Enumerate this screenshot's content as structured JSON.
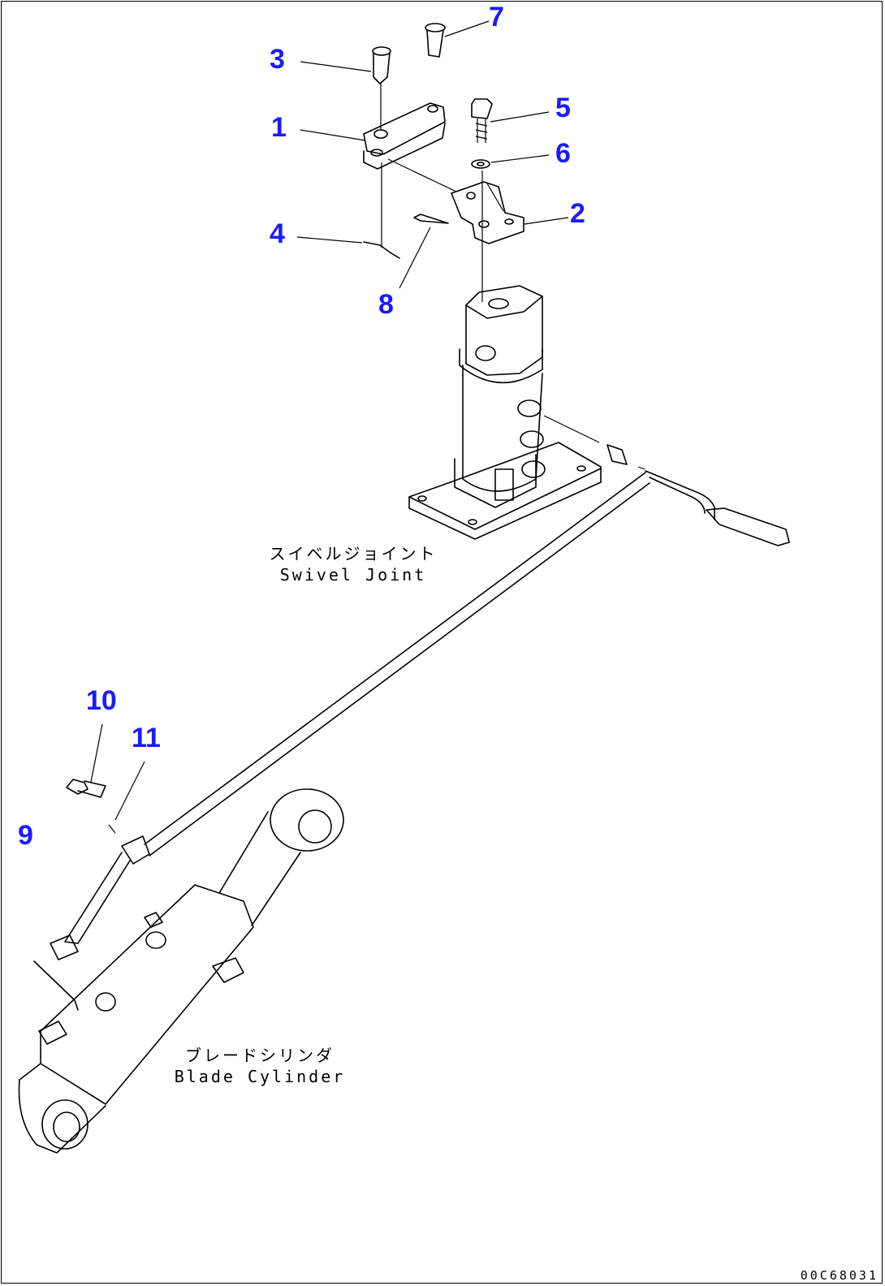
{
  "callouts": [
    {
      "id": "1",
      "label": "1"
    },
    {
      "id": "2",
      "label": "2"
    },
    {
      "id": "3",
      "label": "3"
    },
    {
      "id": "4",
      "label": "4"
    },
    {
      "id": "5",
      "label": "5"
    },
    {
      "id": "6",
      "label": "6"
    },
    {
      "id": "7",
      "label": "7"
    },
    {
      "id": "8",
      "label": "8"
    },
    {
      "id": "9",
      "label": "9"
    },
    {
      "id": "10",
      "label": "10"
    },
    {
      "id": "11",
      "label": "11"
    }
  ],
  "labels": {
    "swivel_jp": "スイベルジョイント",
    "swivel_en": "Swivel Joint",
    "blade_jp": "ブレードシリンダ",
    "blade_en": "Blade Cylinder"
  },
  "drawing_code": "00C68031",
  "colors": {
    "callout": "#1a1aff",
    "line": "#000000"
  }
}
